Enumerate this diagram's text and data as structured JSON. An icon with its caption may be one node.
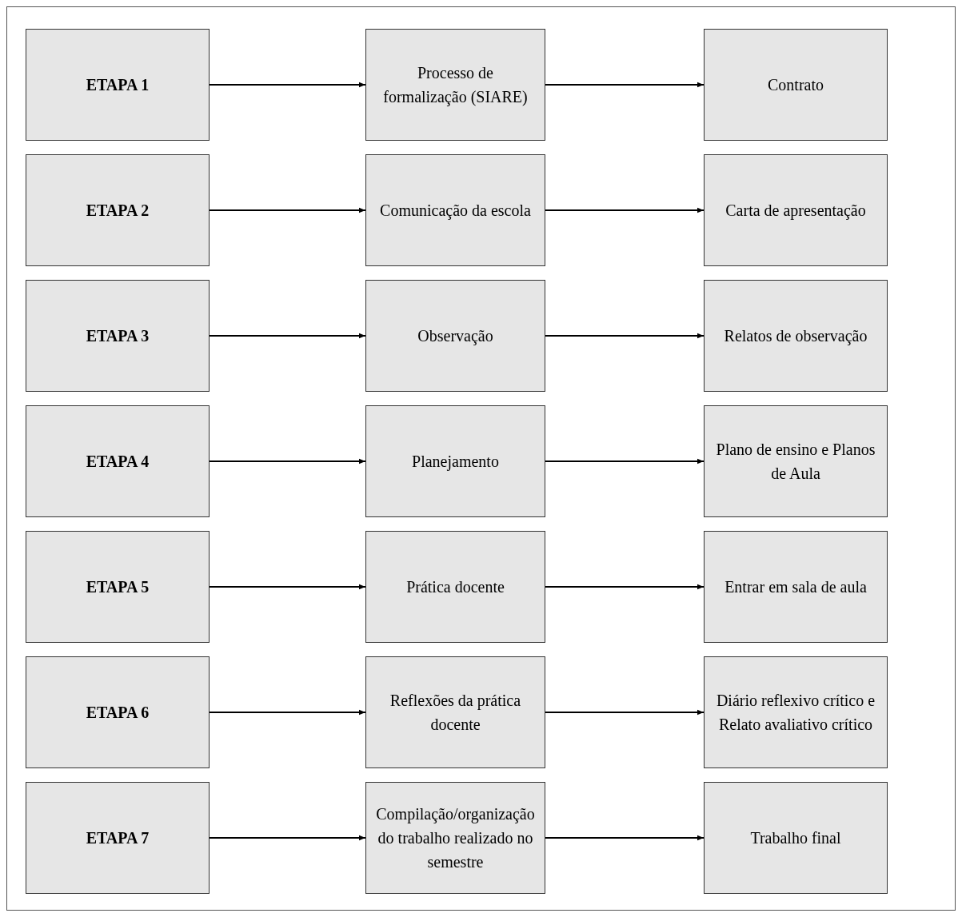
{
  "diagram": {
    "nodes": [
      {
        "text": [
          "ETAPA 1"
        ]
      },
      {
        "text": [
          "Processo de formalização (SIARE)"
        ]
      },
      {
        "text": [
          "Contrato"
        ]
      },
      {
        "text": [
          "ETAPA 2"
        ]
      },
      {
        "text": [
          "Comunicação da escola"
        ]
      },
      {
        "text": [
          "Carta de apresentação"
        ]
      },
      {
        "text": [
          "ETAPA 3"
        ]
      },
      {
        "text": [
          "Observação"
        ]
      },
      {
        "text": [
          "Relatos de observação"
        ]
      },
      {
        "text": [
          "ETAPA 4"
        ]
      },
      {
        "text": [
          "Planejamento"
        ]
      },
      {
        "text": [
          "Plano de ensino e Planos de Aula"
        ]
      },
      {
        "text": [
          "ETAPA 5"
        ]
      },
      {
        "text": [
          "Prática docente"
        ]
      },
      {
        "text": [
          "Entrar em sala de aula"
        ]
      },
      {
        "text": [
          "ETAPA 6"
        ]
      },
      {
        "text": [
          "Reflexões da prática docente"
        ]
      },
      {
        "text": [
          "Diário reflexivo crítico e Relato avaliativo crítico"
        ]
      },
      {
        "text": [
          "ETAPA 7"
        ]
      },
      {
        "text": [
          "Compilação/organização do trabalho realizado no semestre"
        ]
      },
      {
        "text": [
          "Trabalho final"
        ]
      }
    ],
    "edges": [
      {
        "from": 0,
        "to": 1,
        "arrow": "to"
      },
      {
        "from": 1,
        "to": 2,
        "arrow": "to"
      },
      {
        "from": 3,
        "to": 4,
        "arrow": "to"
      },
      {
        "from": 4,
        "to": 5,
        "arrow": "to"
      },
      {
        "from": 6,
        "to": 7,
        "arrow": "to"
      },
      {
        "from": 7,
        "to": 8,
        "arrow": "to"
      },
      {
        "from": 9,
        "to": 10,
        "arrow": "to"
      },
      {
        "from": 10,
        "to": 11,
        "arrow": "to"
      },
      {
        "from": 12,
        "to": 13,
        "arrow": "to"
      },
      {
        "from": 13,
        "to": 14,
        "arrow": "to"
      },
      {
        "from": 15,
        "to": 16,
        "arrow": "to"
      },
      {
        "from": 16,
        "to": 17,
        "arrow": "to"
      },
      {
        "from": 18,
        "to": 19,
        "arrow": "to"
      },
      {
        "from": 19,
        "to": 20,
        "arrow": "to"
      }
    ]
  }
}
